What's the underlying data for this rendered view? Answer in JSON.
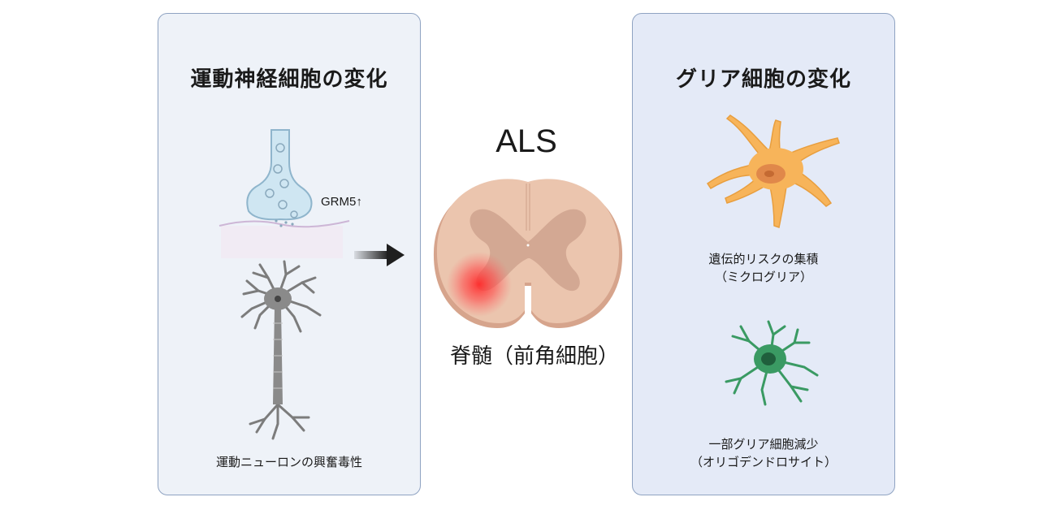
{
  "left_panel": {
    "title": "運動神経細胞の変化",
    "grm5_label": "GRM5↑",
    "bottom_label": "運動ニューロンの興奮毒性"
  },
  "center": {
    "title": "ALS",
    "cord_label": "脊髄（前角細胞）"
  },
  "right_panel": {
    "title": "グリア細胞の変化",
    "microglia_label_line1": "遺伝的リスクの集積",
    "microglia_label_line2": "（ミクログリア）",
    "oligo_label_line1": "一部グリア細胞減少",
    "oligo_label_line2": "（オリゴデンドロサイト）"
  },
  "colors": {
    "panel_left_bg": "#eef2f8",
    "panel_right_bg": "#e4eaf7",
    "panel_border": "#8fa3c2",
    "spinal_cord": "#e9c3ab",
    "grey_matter": "#c9a18e",
    "lesion": "#ff2a2a",
    "microglia": "#f7b45a",
    "oligodendrocyte": "#3a9a63",
    "neuron": "#7c7c7c",
    "arrow": "#1f1f1f"
  },
  "icons": [
    "synapse-icon",
    "neuron-icon",
    "spinal-cord-icon",
    "microglia-icon",
    "oligodendrocyte-icon",
    "arrow-right-icon",
    "arrow-left-icon"
  ]
}
